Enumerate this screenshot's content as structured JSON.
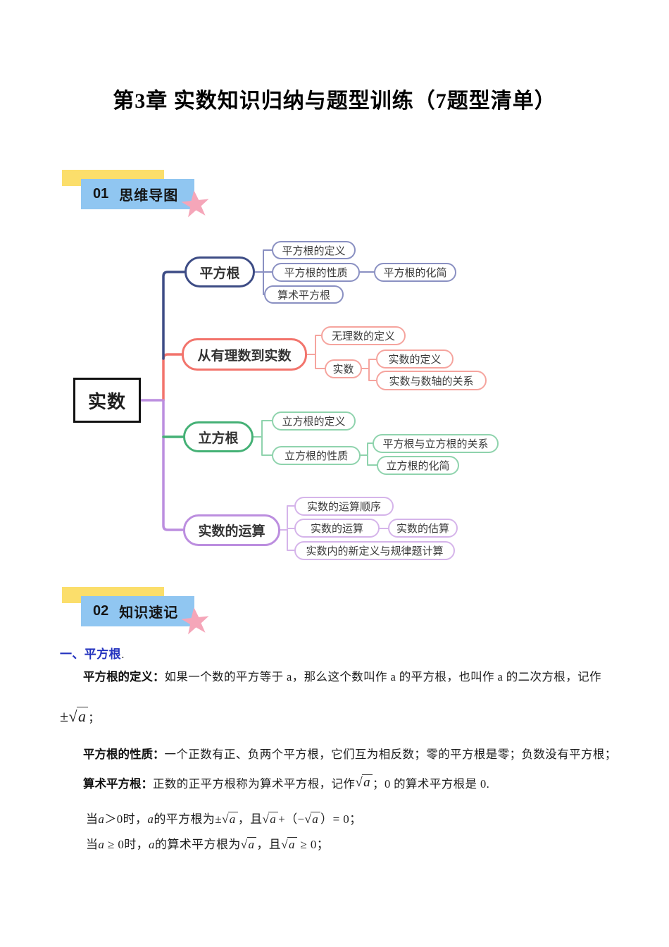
{
  "page": {
    "title": "第3章 实数知识归纳与题型训练（7题型清单）"
  },
  "sections": {
    "s1": {
      "number": "01",
      "label": "思维导图"
    },
    "s2": {
      "number": "02",
      "label": "知识速记"
    }
  },
  "mindmap": {
    "root": "实数",
    "b1": {
      "label": "平方根",
      "c1": "平方根的定义",
      "c2": "平方根的性质",
      "c2a": "平方根的化简",
      "c3": "算术平方根"
    },
    "b2": {
      "label": "从有理数到实数",
      "c1": "无理数的定义",
      "c2": "实数",
      "c2a": "实数的定义",
      "c2b": "实数与数轴的关系"
    },
    "b3": {
      "label": "立方根",
      "c1": "立方根的定义",
      "c2": "立方根的性质",
      "c2a": "平方根与立方根的关系",
      "c2b": "立方根的化简"
    },
    "b4": {
      "label": "实数的运算",
      "c1": "实数的运算顺序",
      "c2": "实数的运算",
      "c2a": "实数的估算",
      "c3": "实数内的新定义与规律题计算"
    }
  },
  "notes": {
    "heading": "一、平方根",
    "heading_dot": ".",
    "sqrt": "√",
    "def": {
      "label": "平方根的定义：",
      "text": "如果一个数的平方等于 a，那么这个数叫作 a 的平方根，也叫作 a 的二次方根，记作"
    },
    "pm_formula": {
      "pm": "±",
      "rad": "a",
      "tail": "；"
    },
    "prop": {
      "label": "平方根的性质：",
      "text": "一个正数有正、负两个平方根，它们互为相反数；零的平方根是零；负数没有平方根；"
    },
    "arith": {
      "label": "算术平方根：",
      "t1": "正数的正平方根称为算术平方根，记作",
      "rad": "a",
      "t2": "；0 的算术平方根是 0."
    },
    "line5": {
      "s1": "当",
      "i1": "a",
      "s2": "＞0时，",
      "i2": "a",
      "s3": "的平方根为±",
      "r1": "a",
      "s4": "，且",
      "r2": "a",
      "s5": "+（−",
      "r3": "a",
      "s6": "）= 0；"
    },
    "line6": {
      "s1": "当",
      "i1": "a",
      "s2": " ≥ 0时，",
      "i2": "a",
      "s3": "的算术平方根为",
      "r1": "a",
      "s4": "，且",
      "r2": "a",
      "s5": " ≥ 0；"
    }
  },
  "colors": {
    "header_blue": "#90C6F1",
    "header_yellow": "#FBDE6B",
    "star_pink": "#F5A6B9",
    "branch_navy": "#3D4C85",
    "branch_red": "#F2746C",
    "branch_green": "#45B176",
    "branch_purple": "#BC8EDF",
    "child_navy": "#8A90C2",
    "child_red": "#F5A49E",
    "child_green": "#8FD3AD",
    "child_purple": "#D5B4EA",
    "heading_blue": "#2433BF"
  }
}
